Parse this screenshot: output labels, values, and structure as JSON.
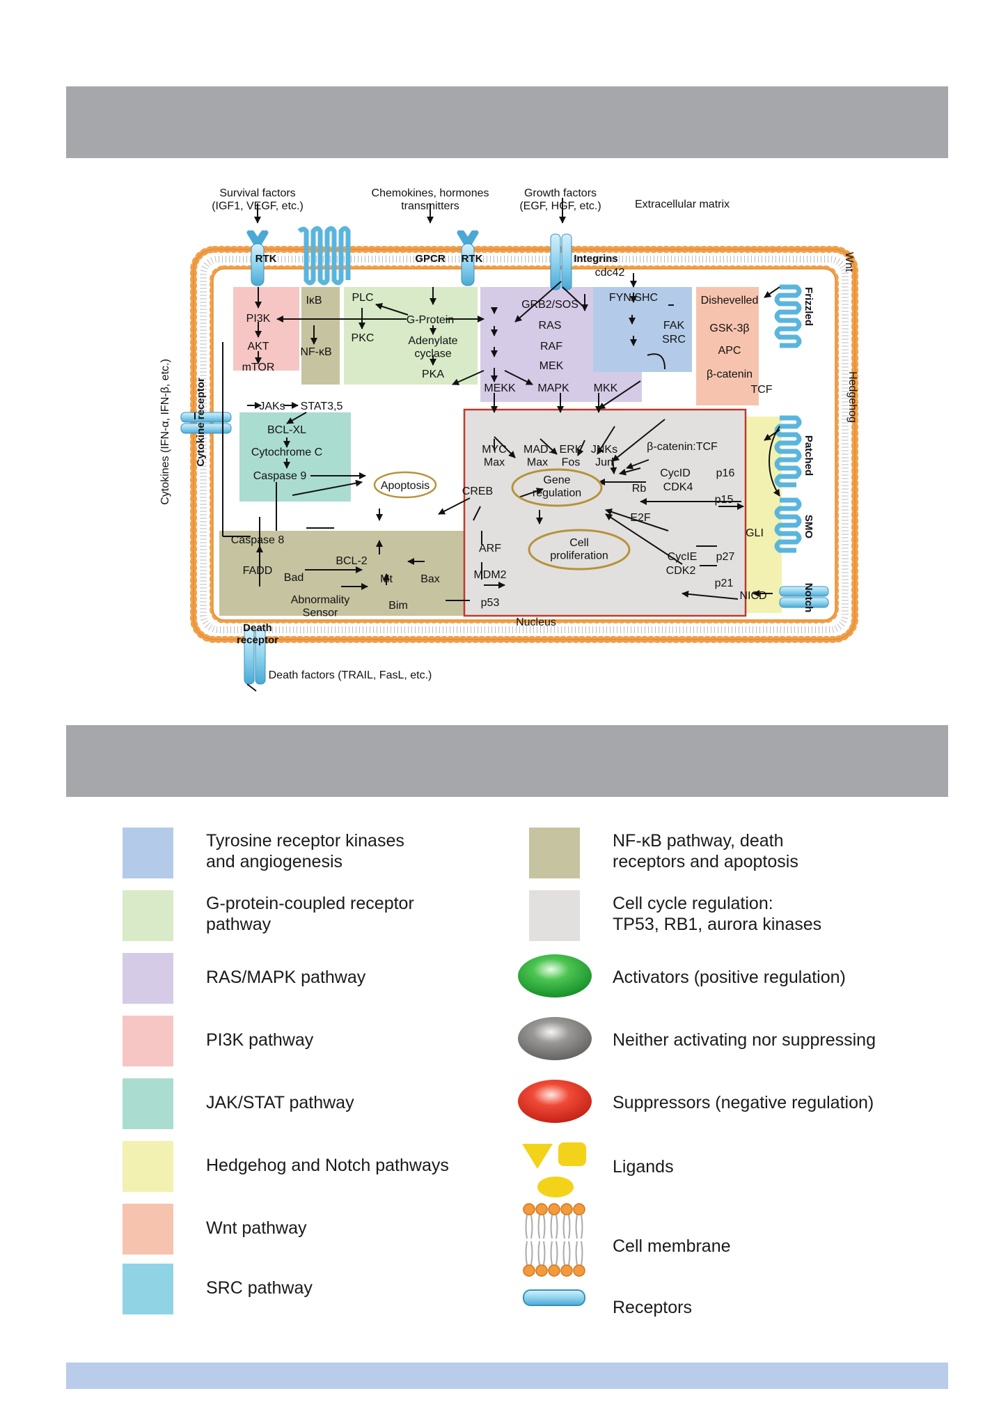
{
  "diagram": {
    "ligands": {
      "survival": "Survival factors\n(IGF1, VEGF, etc.)",
      "chemokines": "Chemokines, hormones\ntransmitters",
      "growth": "Growth factors\n(EGF, HGF, etc.)",
      "ecm": "Extracellular matrix",
      "wnt": "Wnt",
      "hedgehog": "Hedgehog",
      "cytokines": "Cytokines (IFN-α, IFN-β, etc.)",
      "death_factors": "Death factors (TRAIL, FasL, etc.)"
    },
    "receptors": {
      "rtk1": "RTK",
      "gpcr": "GPCR",
      "rtk2": "RTK",
      "integrins": "Integrins",
      "frizzled": "Frizzled",
      "patched": "Patched",
      "smo": "SMO",
      "notch": "Notch",
      "cytokine_receptor": "Cytokine receptor",
      "death_receptor": "Death\nreceptor"
    },
    "nodes": {
      "cdc42": "cdc42",
      "pi3k": "PI3K",
      "akt": "AKT",
      "mtor": "mTOR",
      "ikb": "IκB",
      "nfkb": "NF-κB",
      "plc": "PLC",
      "g_protein": "G-Protein",
      "pkc": "PKC",
      "adenylate": "Adenylate\ncyclase",
      "pka": "PKA",
      "grb2": "GRB2/SOS",
      "ras": "RAS",
      "raf": "RAF",
      "mek": "MEK",
      "mekk": "MEKK",
      "mapk": "MAPK",
      "mkk": "MKK",
      "fyn": "FYN/SHC",
      "fak": "FAK",
      "src": "SRC",
      "dishevelled": "Dishevelled",
      "gsk": "GSK-3β",
      "apc": "APC",
      "bcatenin": "β-catenin",
      "tcf": "TCF",
      "jaks": "JAKs",
      "stat": "STAT3,5",
      "bclxl": "BCL-XL",
      "cytc": "Cytochrome C",
      "casp9": "Caspase 9",
      "apoptosis": "Apoptosis",
      "casp8": "Caspase 8",
      "fadd": "FADD",
      "bcl2": "BCL-2",
      "bad": "Bad",
      "mt": "Mt",
      "bax": "Bax",
      "bim": "Bim",
      "abnormality": "Abnormality\nSensor",
      "myc": "MYC\nMax",
      "mad": "MAD:\nMax",
      "erk": "ERK\nFos",
      "jnk": "JNKs\nJun",
      "bcat_tcf": "β-catenin:TCF",
      "creb": "CREB",
      "gene_reg": "Gene\nregulation",
      "cycd": "CycID",
      "cdk4": "CDK4",
      "p16": "p16",
      "p15": "p15",
      "rb": "Rb",
      "e2f": "E2F",
      "arf": "ARF",
      "mdm2": "MDM2",
      "p53": "p53",
      "cell_prolif": "Cell\nproliferation",
      "cyce": "CycIE",
      "cdk2": "CDK2",
      "p27": "p27",
      "p21": "p21",
      "gli": "GLI",
      "nicd": "NICD",
      "nucleus": "Nucleus"
    }
  },
  "legend": [
    {
      "label": "Tyrosine receptor kinases\nand angiogenesis",
      "color": "#b3cbe8"
    },
    {
      "label": "G-protein-coupled receptor\npathway",
      "color": "#d8eac7"
    },
    {
      "label": "RAS/MAPK pathway",
      "color": "#d5cbe6"
    },
    {
      "label": "PI3K pathway",
      "color": "#f6c6c4"
    },
    {
      "label": "JAK/STAT pathway",
      "color": "#abdcd0"
    },
    {
      "label": "Hedgehog and Notch pathways",
      "color": "#f2f1b1"
    },
    {
      "label": "Wnt pathway",
      "color": "#f6c4ae"
    },
    {
      "label": "SRC pathway",
      "color": "#8fd3e5"
    },
    {
      "label": "NF-κB pathway, death\nreceptors and apoptosis",
      "color": "#c6c3a0"
    },
    {
      "label": "Cell cycle regulation:\nTP53, RB1, aurora kinases",
      "color": "#e1e0df"
    },
    {
      "label": "Activators (positive regulation)",
      "icon": "green-oval-icon"
    },
    {
      "label": "Neither activating nor suppressing",
      "icon": "gray-oval-icon"
    },
    {
      "label": "Suppressors (negative regulation)",
      "icon": "red-oval-icon"
    },
    {
      "label": "Ligands",
      "icon": "ligand-shapes-icon"
    },
    {
      "label": "Cell membrane",
      "icon": "cell-membrane-icon"
    },
    {
      "label": "Receptors",
      "icon": "receptor-capsule-icon"
    }
  ]
}
